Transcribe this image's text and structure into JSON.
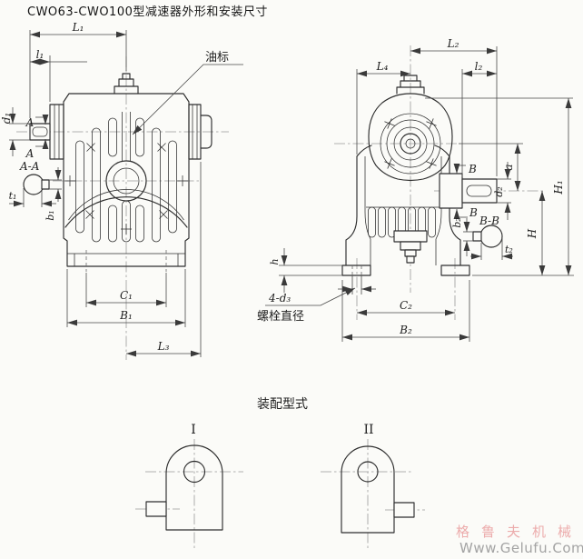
{
  "title": "CWO63-CWO100型减速器外形和安装尺寸",
  "front_view": {
    "oil_gauge_label": "油标",
    "cut_letter": "A",
    "section_title": "A-A",
    "dim_L1": "L₁",
    "dim_l1": "l₁",
    "dim_d1": "d₁",
    "dim_t1": "t₁",
    "dim_b1": "b₁",
    "dim_C1": "C₁",
    "dim_B1": "B₁",
    "dim_L3": "L₃"
  },
  "side_view": {
    "cut_letter": "B",
    "section_title": "B-B",
    "bolt_note_top": "4-d₃",
    "bolt_note_bottom": "螺栓直径",
    "dim_L2": "L₂",
    "dim_L4": "L₄",
    "dim_l2": "l₂",
    "dim_a": "a",
    "dim_d2": "d₂",
    "dim_H": "H",
    "dim_H1": "H₁",
    "dim_h": "h",
    "dim_C2": "C₂",
    "dim_B2": "B₂",
    "dim_b2": "b₂",
    "dim_t2": "t₂"
  },
  "assembly": {
    "heading": "装配型式",
    "variant1": "I",
    "variant2": "II"
  },
  "watermark": {
    "brand": "格鲁夫机械",
    "site": "Www.Gelufu.Com"
  }
}
